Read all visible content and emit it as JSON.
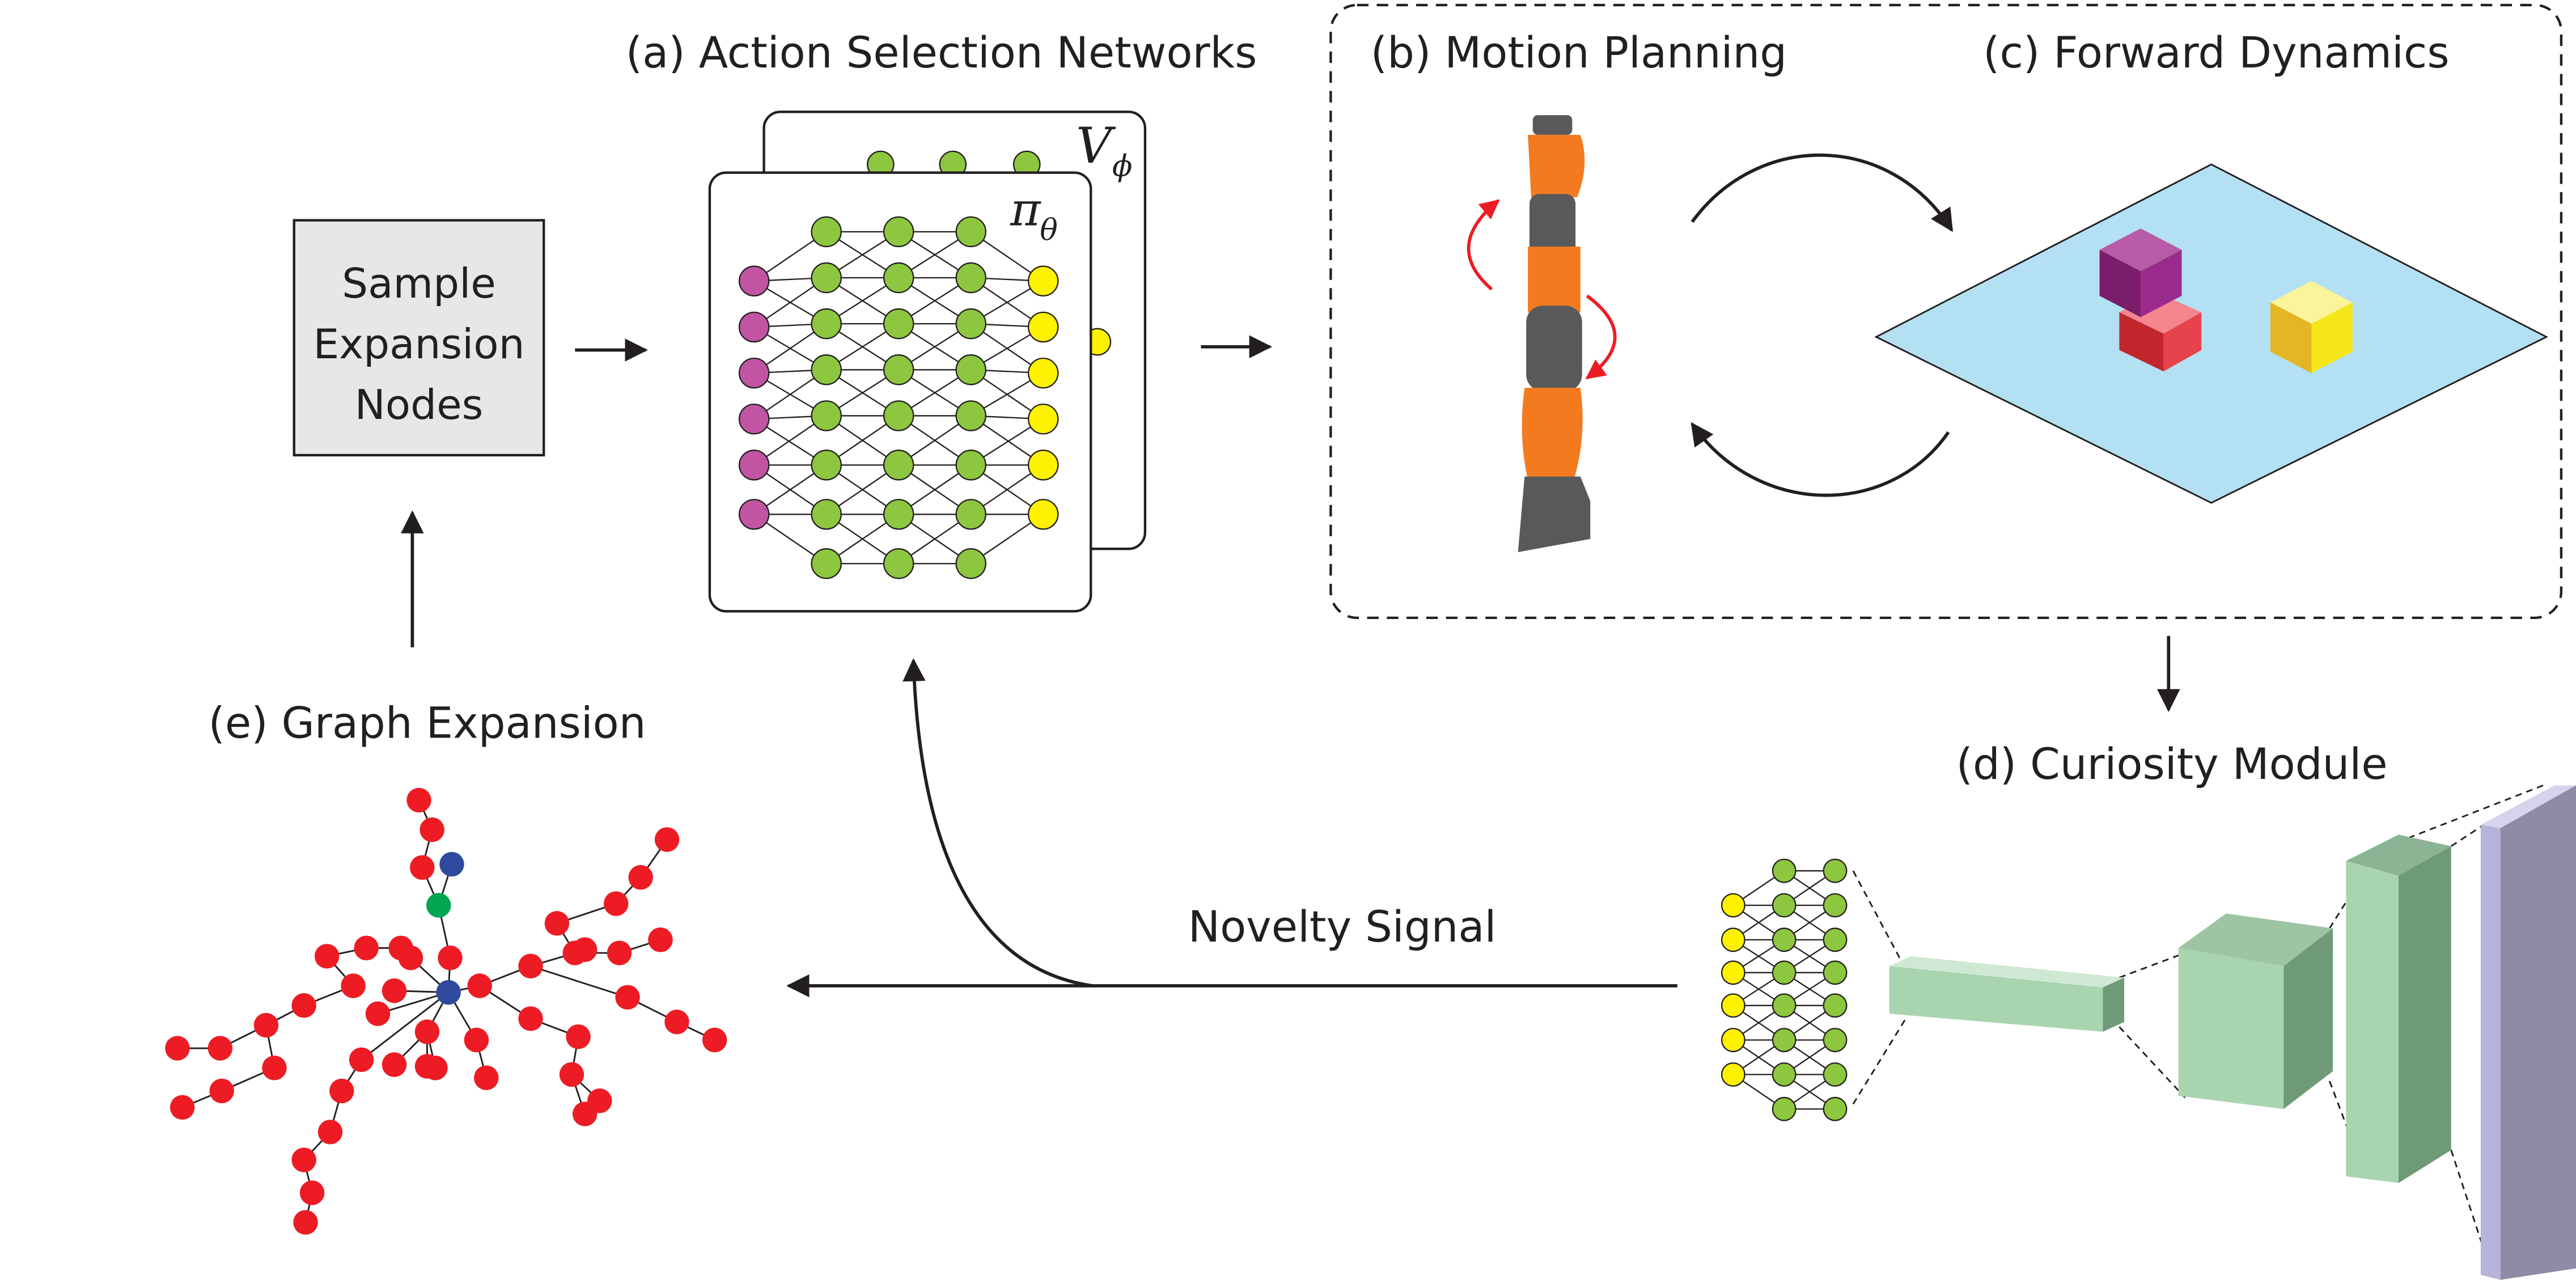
{
  "labels": {
    "a": "(a) Action Selection Networks",
    "b": "(b) Motion Planning",
    "c": "(c) Forward Dynamics",
    "d": "(d) Curiosity Module",
    "e": "(e) Graph Expansion",
    "novelty": "Novelty Signal",
    "sample_line1": "Sample",
    "sample_line2": "Expansion",
    "sample_line3": "Nodes"
  },
  "math": {
    "value_fn": "V",
    "value_sub": "ϕ",
    "policy": "π",
    "policy_sub": "θ"
  },
  "colors": {
    "input_node": "#c154a3",
    "hidden_node": "#8dc63f",
    "output_node": "#fff200",
    "graph_node": "#ed1c24",
    "graph_node_blue": "#2e4a9e",
    "graph_node_green": "#00a651",
    "table": "#b3e0f2",
    "robot_orange": "#f47a20",
    "robot_gray": "#58595b",
    "red_arrow": "#ed1c24",
    "box_fill": "#e6e7e8",
    "layer_green": "#a8d5b0",
    "final_layer": "#b7b4d9"
  }
}
